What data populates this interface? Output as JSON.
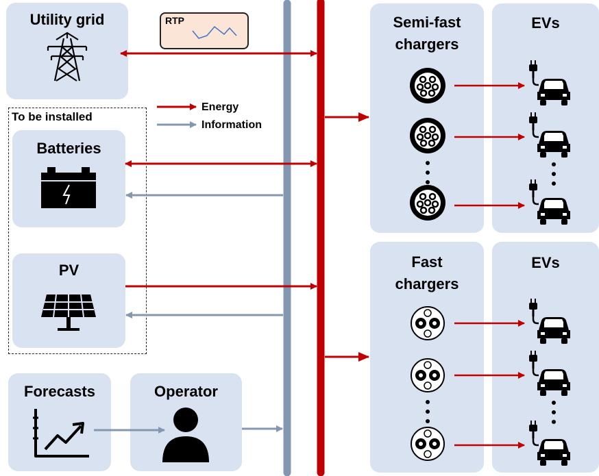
{
  "nodes": {
    "utility_grid": "Utility grid",
    "batteries": "Batteries",
    "pv": "PV",
    "forecasts": "Forecasts",
    "operator": "Operator",
    "semi_fast_chargers": "Semi-fast\nchargers",
    "fast_chargers": "Fast\nchargers",
    "evs_top": "EVs",
    "evs_bottom": "EVs"
  },
  "rtp_label": "RTP",
  "group_label": "To be installed",
  "legend": {
    "energy": "Energy",
    "information": "Information"
  },
  "colors": {
    "energy": "#c00000",
    "information": "#8497b0",
    "box": "#d9e2f1"
  },
  "icons": [
    "transmission-tower-icon",
    "battery-icon",
    "solar-panel-icon",
    "trend-chart-icon",
    "person-icon",
    "type2-connector-icon",
    "ccs-connector-icon",
    "ev-car-icon"
  ]
}
